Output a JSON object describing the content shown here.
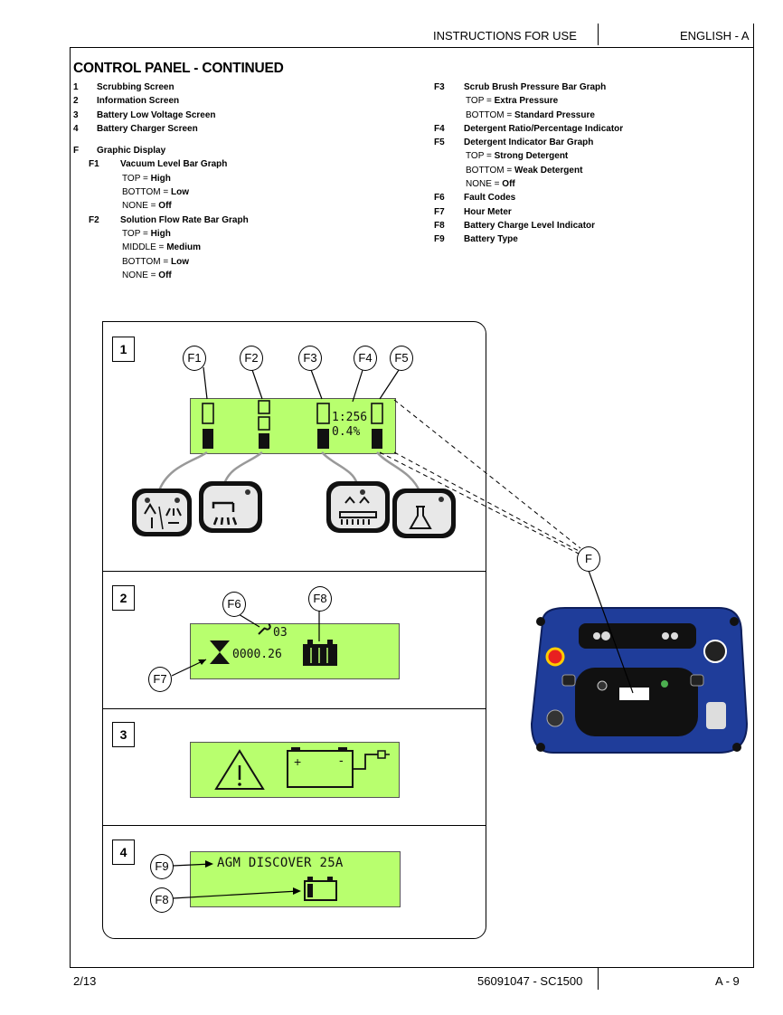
{
  "header": {
    "section": "INSTRUCTIONS FOR USE",
    "language": "ENGLISH - A"
  },
  "title": "CONTROL PANEL - CONTINUED",
  "left_items": [
    {
      "key": "1",
      "label": "Scrubbing Screen"
    },
    {
      "key": "2",
      "label": "Information Screen"
    },
    {
      "key": "3",
      "label": "Battery Low Voltage Screen"
    },
    {
      "key": "4",
      "label": "Battery Charger Screen"
    }
  ],
  "f_item": {
    "key": "F",
    "label": "Graphic Display"
  },
  "f1": {
    "key": "F1",
    "label": "Vacuum Level Bar Graph",
    "lines": [
      [
        "TOP = ",
        "High"
      ],
      [
        "BOTTOM = ",
        "Low"
      ],
      [
        "NONE = ",
        "Off"
      ]
    ]
  },
  "f2": {
    "key": "F2",
    "label": "Solution Flow Rate Bar Graph",
    "lines": [
      [
        "TOP = ",
        "High"
      ],
      [
        "MIDDLE = ",
        "Medium"
      ],
      [
        "BOTTOM = ",
        "Low"
      ],
      [
        "NONE = ",
        "Off"
      ]
    ]
  },
  "f3": {
    "key": "F3",
    "label": "Scrub Brush Pressure Bar Graph",
    "lines": [
      [
        "TOP = ",
        "Extra Pressure"
      ],
      [
        "BOTTOM = ",
        "Standard Pressure"
      ]
    ]
  },
  "f4": {
    "key": "F4",
    "label": "Detergent Ratio/Percentage Indicator"
  },
  "f5": {
    "key": "F5",
    "label": "Detergent Indicator Bar Graph",
    "lines": [
      [
        "TOP = ",
        "Strong Detergent"
      ],
      [
        "BOTTOM = ",
        "Weak Detergent"
      ],
      [
        "NONE = ",
        "Off"
      ]
    ]
  },
  "f_rest": [
    {
      "key": "F6",
      "label": "Fault Codes"
    },
    {
      "key": "F7",
      "label": "Hour Meter"
    },
    {
      "key": "F8",
      "label": "Battery Charge Level Indicator"
    },
    {
      "key": "F9",
      "label": "Battery Type"
    }
  ],
  "diagram": {
    "panel_numbers": [
      "1",
      "2",
      "3",
      "4"
    ],
    "callouts": {
      "f1": "F1",
      "f2": "F2",
      "f3": "F3",
      "f4": "F4",
      "f5": "F5",
      "f6": "F6",
      "f7": "F7",
      "f8": "F8",
      "f9": "F9",
      "f": "F"
    },
    "screen1": {
      "ratio": "1:256",
      "percent": "0.4%"
    },
    "screen2": {
      "fault_code": "03",
      "hours": "0000.26"
    },
    "screen3": {
      "plus": "+",
      "minus": "-"
    },
    "screen4": {
      "battery_type": "AGM DISCOVER 25A"
    },
    "lcd_color": "#b8ff6e",
    "panel_color": "#1f3d9a"
  },
  "footer": {
    "date": "2/13",
    "doc": "56091047 - SC1500",
    "page": "A - 9"
  }
}
